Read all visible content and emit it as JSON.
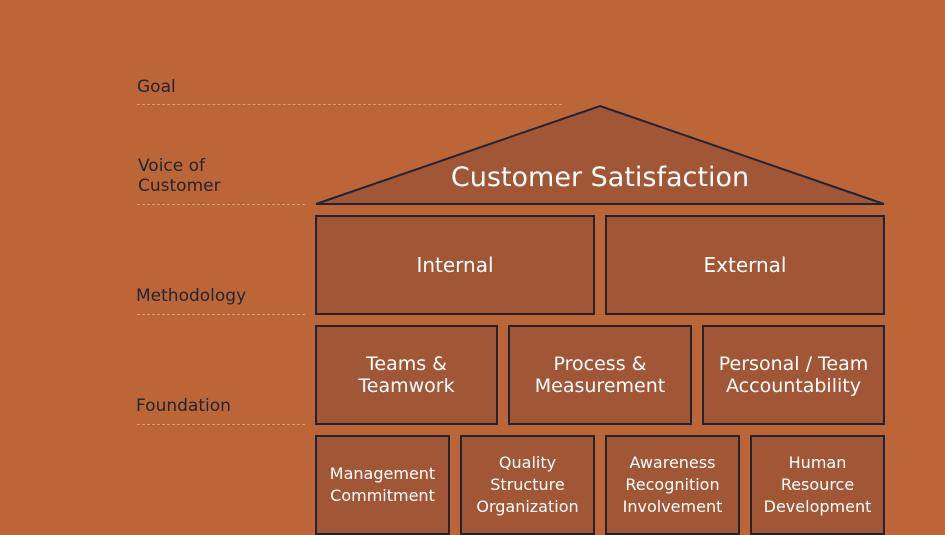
{
  "labels": {
    "goal": "Goal",
    "voice": "Voice of\nCustomer",
    "methodology": "Methodology",
    "foundation": "Foundation"
  },
  "roof": {
    "title": "Customer Satisfaction"
  },
  "tier1": [
    "Internal",
    "External"
  ],
  "tier2": [
    "Teams &\nTeamwork",
    "Process &\nMeasurement",
    "Personal / Team\nAccountability"
  ],
  "tier3": [
    "Management\nCommitment",
    "Quality\nStructure\nOrganization",
    "Awareness\nRecognition\nInvolvement",
    "Human\nResource\nDevelopment"
  ],
  "colors": {
    "background": "#bc6637",
    "box": "#a15636",
    "outline": "#1f2436",
    "text": "#ffffff"
  }
}
